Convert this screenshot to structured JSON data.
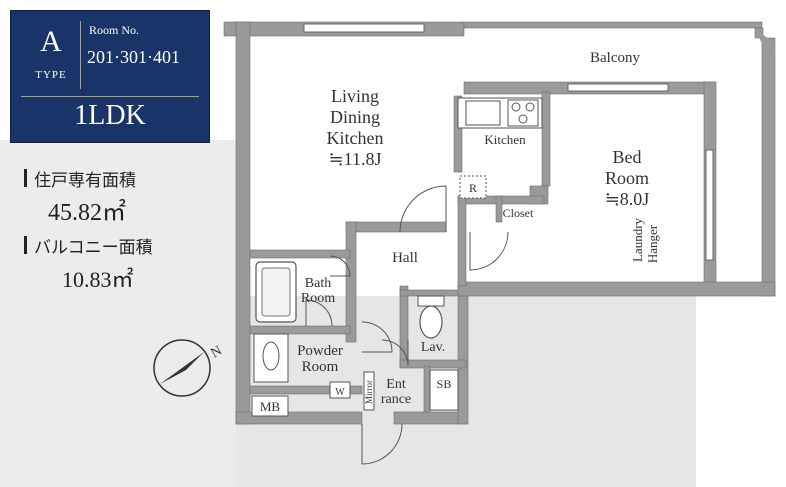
{
  "type": {
    "letter": "A",
    "label": "TYPE"
  },
  "room_no": {
    "label": "Room No.",
    "value": "201·301·401"
  },
  "layout_type": "1LDK",
  "exclusive_area": {
    "label": "住戸専有面積",
    "value": "45.82㎡"
  },
  "balcony_area": {
    "label": "バルコニー面積",
    "value": "10.83㎡"
  },
  "rooms": {
    "balcony": "Balcony",
    "ldk": [
      "Living",
      "Dining",
      "Kitchen",
      "≒11.8J"
    ],
    "kitchen": "Kitchen",
    "bed": [
      "Bed",
      "Room",
      "≒8.0J"
    ],
    "closet": "Closet",
    "laundry": [
      "Laundry",
      "Hanger"
    ],
    "hall": "Hall",
    "bath": [
      "Bath",
      "Room"
    ],
    "powder": [
      "Powder",
      "Room"
    ],
    "lav": "Lav.",
    "mb": "MB",
    "mirror": "Mirror",
    "entrance": [
      "Ent",
      "rance"
    ],
    "sb": "SB",
    "r": "R",
    "w": "W"
  },
  "compass": {
    "north": "N"
  },
  "colors": {
    "badge": "#183468",
    "badge_accent": "#b8a35e",
    "wall": "#9a9a9a",
    "background": "#e9e9e9"
  }
}
